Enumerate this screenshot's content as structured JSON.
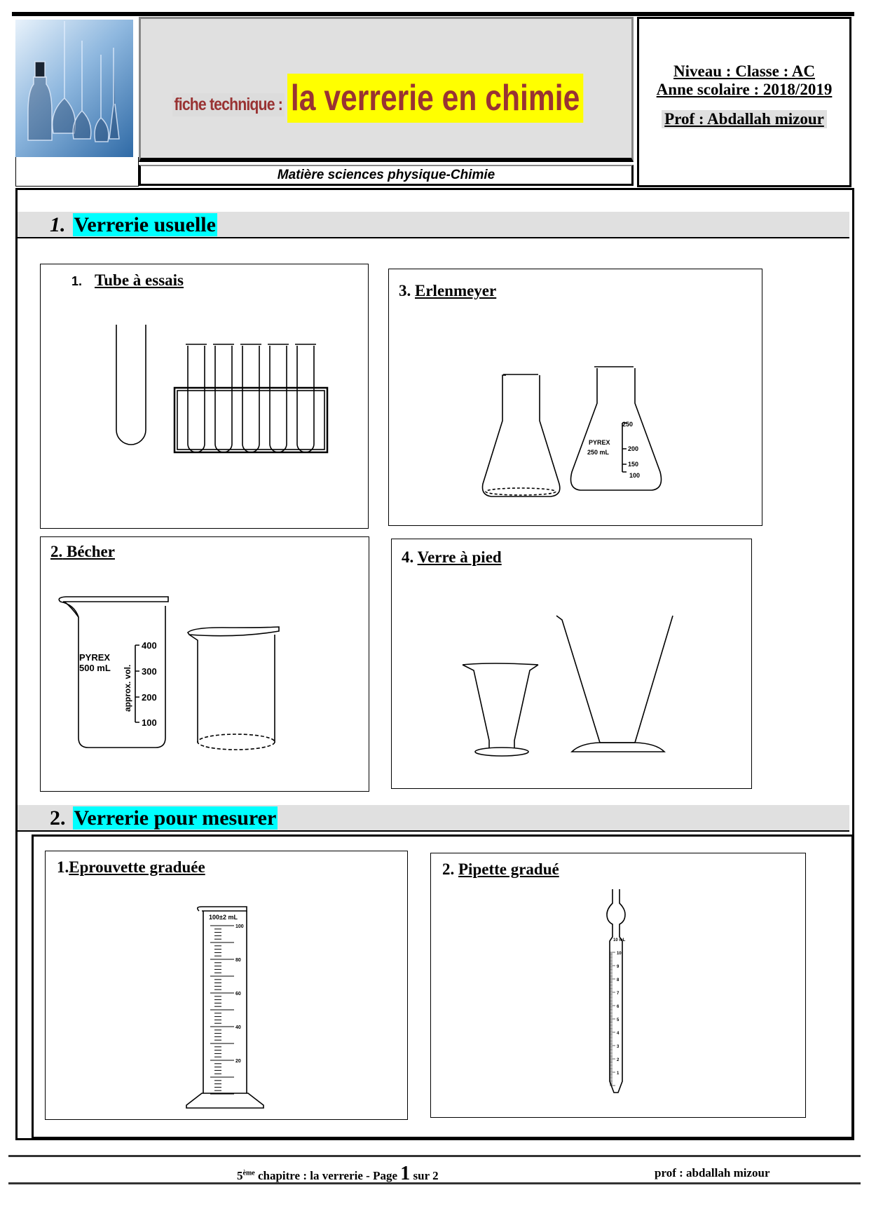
{
  "header": {
    "fiche_label": "fiche technique :",
    "title": "la verrerie en chimie",
    "subject": "Matière sciences physique-Chimie",
    "niveau": "Niveau : Classe : AC",
    "annee": "Anne scolaire : 2018/2019",
    "prof": "Prof : Abdallah mizour"
  },
  "sections": [
    {
      "number": "1.",
      "title": "Verrerie usuelle",
      "items": [
        {
          "number": "1.",
          "title": "Tube à essais"
        },
        {
          "number": "2.",
          "title": "Bécher",
          "labels": [
            "PYREX",
            "500 mL",
            "approx. vol.",
            "400",
            "300",
            "200",
            "100"
          ]
        },
        {
          "number": "3.",
          "title": "Erlenmeyer",
          "labels": [
            "PYREX",
            "250 mL",
            "250",
            "200",
            "150",
            "100"
          ]
        },
        {
          "number": "4.",
          "title": "Verre à pied"
        }
      ]
    },
    {
      "number": "2.",
      "title": "Verrerie pour mesurer",
      "items": [
        {
          "number": "1.",
          "title": "Eprouvette graduée",
          "labels": [
            "100±2 mL",
            "100",
            "80",
            "60",
            "40",
            "20"
          ]
        },
        {
          "number": "2.",
          "title": "Pipette gradué",
          "labels": [
            "10 mL",
            "10",
            "9",
            "8",
            "7",
            "6",
            "5",
            "4",
            "3",
            "2",
            "1"
          ]
        }
      ]
    }
  ],
  "footer": {
    "chapter_sup": "ème",
    "chapter_num": "5",
    "chapter": " chapitre : la verrerie  - Page ",
    "page": "1",
    "of": " sur 2",
    "author": "prof : abdallah mizour"
  }
}
